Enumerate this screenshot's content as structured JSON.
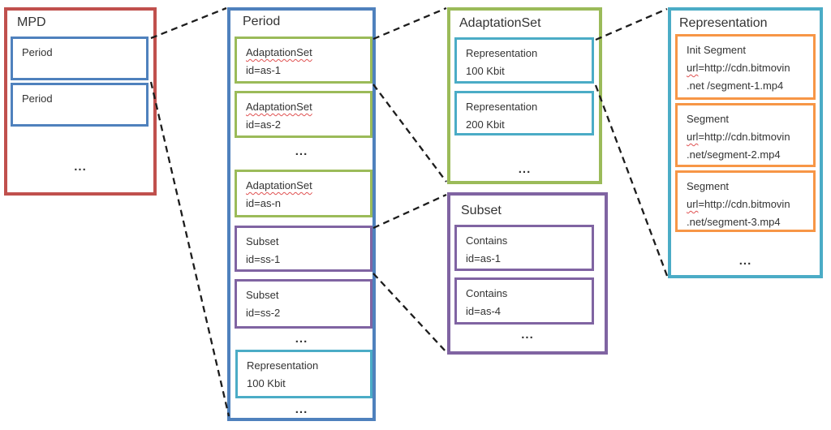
{
  "colors": {
    "mpd_border": "#C0504D",
    "period_border": "#4F81BD",
    "adaptationset_border": "#9BBB59",
    "subset_border": "#8064A2",
    "representation_border": "#4BACC6",
    "segment_border": "#F79646",
    "connector_line": "#1c1c1c",
    "spellcheck_underline": "#e05252",
    "text": "#333333"
  },
  "mpd": {
    "title": "MPD",
    "periods": [
      "Period",
      "Period"
    ],
    "more": "..."
  },
  "period": {
    "title": "Period",
    "adaptation_sets": [
      {
        "name": "AdaptationSet",
        "id": "id=as-1"
      },
      {
        "name": "AdaptationSet",
        "id": "id=as-2"
      },
      {
        "name": "AdaptationSet",
        "id": "id=as-n"
      }
    ],
    "more_adaptation_sets": "...",
    "subsets": [
      {
        "name": "Subset",
        "id": "id=ss-1"
      },
      {
        "name": "Subset",
        "id": "id=ss-2"
      }
    ],
    "more_subsets": "...",
    "representation": {
      "name": "Representation",
      "bitrate": "100 Kbit"
    },
    "more": "..."
  },
  "adaptation_set": {
    "title": "AdaptationSet",
    "representations": [
      {
        "name": "Representation",
        "bitrate": "100 Kbit"
      },
      {
        "name": "Representation",
        "bitrate": "200 Kbit"
      }
    ],
    "more": "..."
  },
  "subset": {
    "title": "Subset",
    "contains": [
      {
        "name": "Contains",
        "id": "id=as-1"
      },
      {
        "name": "Contains",
        "id": "id=as-4"
      }
    ],
    "more": "..."
  },
  "representation": {
    "title": "Representation",
    "segments": [
      {
        "name": "Init Segment",
        "url_word": "url",
        "url_rest": "=http://cdn.bitmovin",
        "url_line2": ".net /segment-1.mp4"
      },
      {
        "name": "Segment",
        "url_word": "url",
        "url_rest": "=http://cdn.bitmovin",
        "url_line2": ".net/segment-2.mp4"
      },
      {
        "name": "Segment",
        "url_word": "url",
        "url_rest": "=http://cdn.bitmovin",
        "url_line2": ".net/segment-3.mp4"
      }
    ],
    "more": "..."
  }
}
